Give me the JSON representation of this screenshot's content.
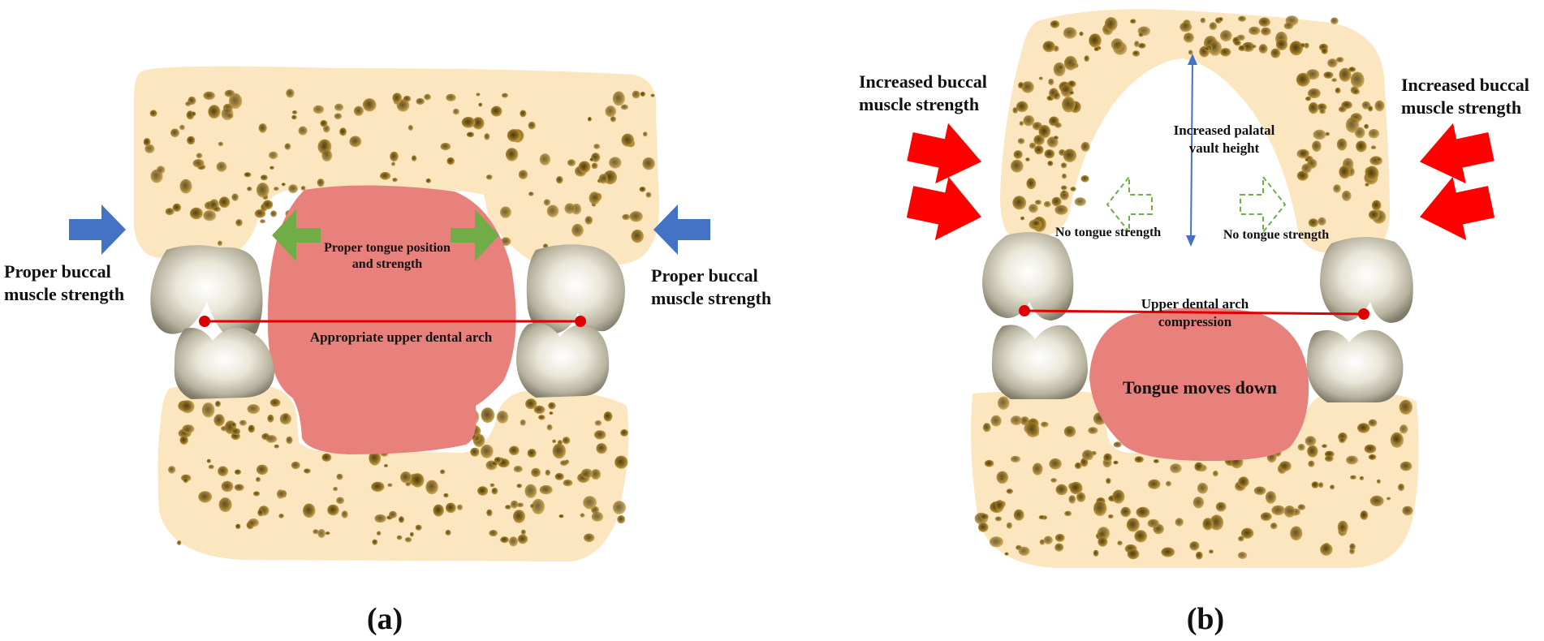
{
  "panel_a": {
    "buccal_left_line1": "Proper buccal",
    "buccal_left_line2": "muscle strength",
    "buccal_right_line1": "Proper buccal",
    "buccal_right_line2": "muscle strength",
    "tongue_line1": "Proper tongue position",
    "tongue_line2": "and strength",
    "arch_label": "Appropriate upper dental arch",
    "caption": "(a)"
  },
  "panel_b": {
    "buccal_left_line1": "Increased buccal",
    "buccal_left_line2": "muscle strength",
    "buccal_right_line1": "Increased buccal",
    "buccal_right_line2": "muscle strength",
    "vault_line1": "Increased palatal",
    "vault_line2": "vault height",
    "no_tongue_left": "No tongue strength",
    "no_tongue_right": "No tongue strength",
    "arch_line1": "Upper dental arch",
    "arch_line2": "compression",
    "tongue_label": "Tongue moves down",
    "caption": "(b)"
  },
  "colors": {
    "bone": "#fbe6c0",
    "tongue": "#e8817c",
    "tooth_light": "#f4f2e8",
    "tooth_dark": "#7f7a69",
    "arch_line": "#e00000",
    "buccal_arrow_a": "#4472c4",
    "buccal_arrow_b": "#ff0000",
    "tongue_arrow": "#70ad47",
    "vault_arrow": "#4472c4"
  }
}
